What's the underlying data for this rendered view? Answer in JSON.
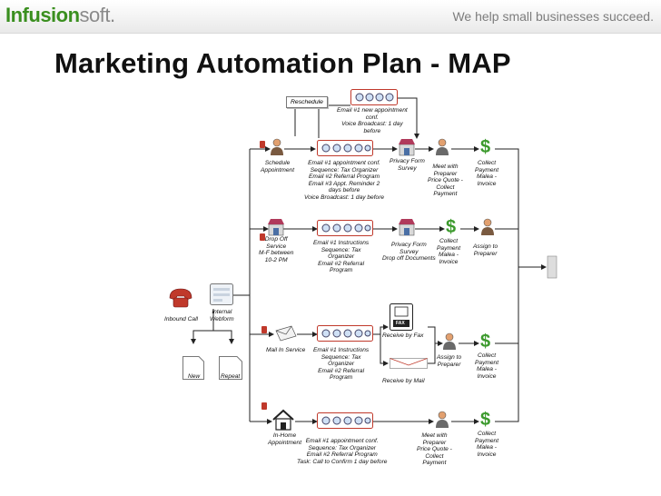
{
  "header": {
    "logo_main": "Infusion",
    "logo_sub": "soft.",
    "tagline": "We help small businesses succeed."
  },
  "page_title": "Marketing Automation Plan - MAP",
  "icons": {
    "person": "person-icon",
    "store": "store-icon",
    "dollar": "dollar-icon",
    "email": "email-sequence-icon",
    "phone": "phone-icon",
    "fax": "fax-icon",
    "mail": "mail-icon",
    "home": "home-icon"
  },
  "colors": {
    "brand_green": "#3a8f1f",
    "dollar_green": "#3c9a2d",
    "sequence_border": "#c0392b",
    "line": "#222222"
  },
  "diagram": {
    "reschedule": {
      "label": "Reschedule",
      "sequence_label": "Email #1 new appointment\nconf.\nVoice Broadcast: 1 day\nbefore"
    },
    "entry": {
      "inbound_call": "Inbound Call",
      "internal_webform": "Internal\nWebform",
      "new": "New",
      "repeat": "Repeat"
    },
    "row1": {
      "schedule": "Schedule\nAppointment",
      "sequence": "Email #1 appointment conf.\nSequence:  Tax Organizer\nEmail #2 Referral Program\nEmail #3 Appt. Reminder 2\ndays before\nVoice Broadcast: 1 day before",
      "privacy": "Privacy Form\nSurvey",
      "meet": "Meet with\nPreparer\nPrice Quote -\nCollect\nPayment",
      "collect": "Collect\nPayment\nMalea -\nInvoice"
    },
    "row2": {
      "drop_off": "Drop Off\nService\nM-F between\n10-2 PM",
      "sequence": "Email #1 Instructions\nSequence: Tax\nOrganizer\nEmail #2 Referral\nProgram",
      "privacy": "Privacy Form\nSurvey\nDrop off Documents",
      "collect": "Collect\nPayment\nMalea -\nInvoice",
      "assign": "Assign to\nPreparer"
    },
    "row3": {
      "mail_in": "Mail In Service",
      "sequence": "Email #1 Instructions\nSequence: Tax\nOrganizer\nEmail #2 Referral\nProgram",
      "receive_fax": "Receive by Fax",
      "fax_label": "FAX",
      "receive_mail": "Receive by Mail",
      "assign": "Assign to\nPreparer",
      "collect": "Collect\nPayment\nMalea -\nInvoice"
    },
    "row4": {
      "in_home": "In-Home\nAppointment",
      "sequence": "Email #1 appointment conf.\nSequence:  Tax Organizer\nEmail #2 Referral Program\nTask:  Call to Confirm 1 day before",
      "meet": "Meet with\nPreparer\nPrice Quote -\nCollect\nPayment",
      "collect": "Collect\nPayment\nMalea -\nInvoice"
    }
  }
}
